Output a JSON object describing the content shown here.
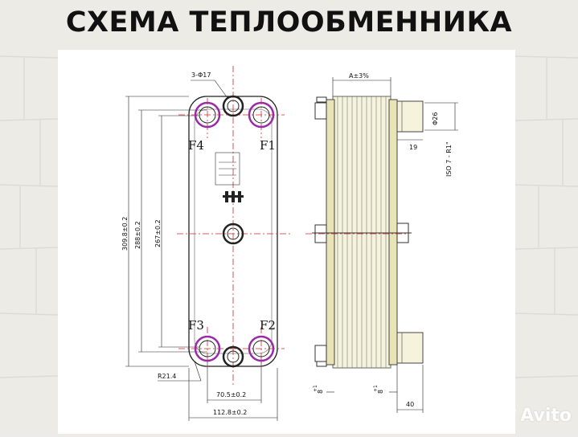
{
  "title": "СХЕМА ТЕПЛООБМЕННИКА",
  "front_view": {
    "hole_callout": "3-Φ17",
    "ports": [
      "F4",
      "F1",
      "F3",
      "F2"
    ],
    "dim_total_height": "309.8±0.2",
    "dim_port_distance": "288±0.2",
    "dim_inner": "267±0.2",
    "dim_radius": "R21.4",
    "dim_port_width": "70.5±0.2",
    "dim_total_width": "112.8±0.2"
  },
  "side_view": {
    "dim_pack": "A±3%",
    "dim_diameter": "Φ26",
    "dim_19": "19",
    "thread": "ISO 7 - R1\"",
    "dim_8_left": "8",
    "dim_8_right": "8",
    "tol": "+1",
    "tol0": "-0",
    "dim_40": "40"
  },
  "watermark": "Avito"
}
